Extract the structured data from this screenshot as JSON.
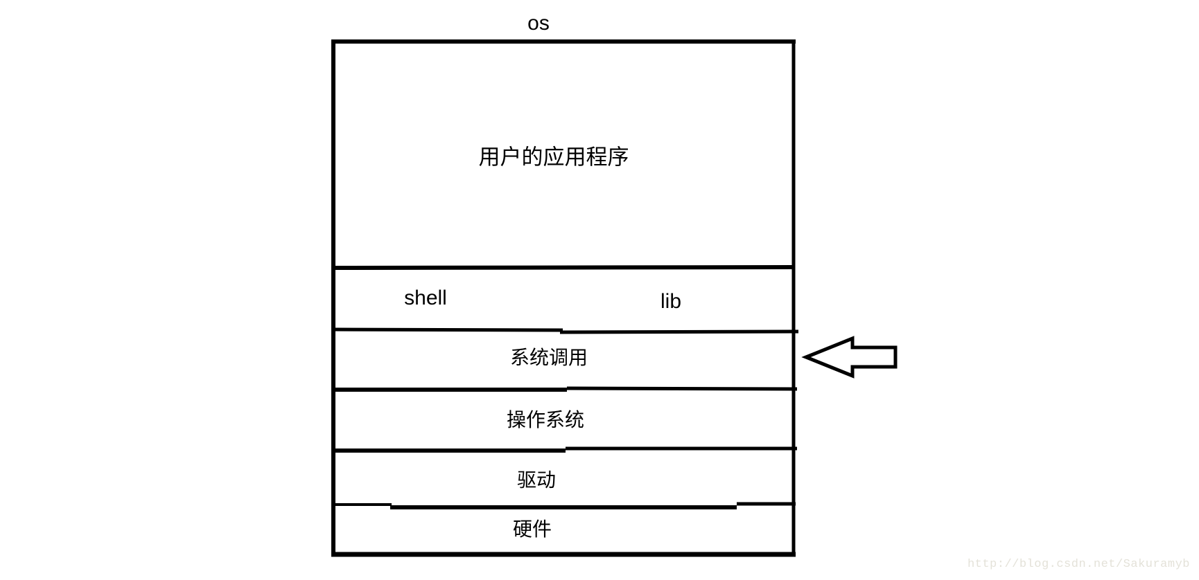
{
  "diagram": {
    "title": "os",
    "box": {
      "user_apps": "用户的应用程序",
      "shell": "shell",
      "lib": "lib",
      "system_call": "系统调用",
      "operating_system": "操作系统",
      "driver": "驱动",
      "hardware": "硬件"
    },
    "arrow": {
      "direction": "left"
    },
    "watermark": "http://blog.csdn.net/Sakuramyb",
    "colors": {
      "stroke": "#000000",
      "background": "#ffffff",
      "arrow_fill": "#ffffff",
      "watermark_text": "#e4e2d9"
    }
  }
}
